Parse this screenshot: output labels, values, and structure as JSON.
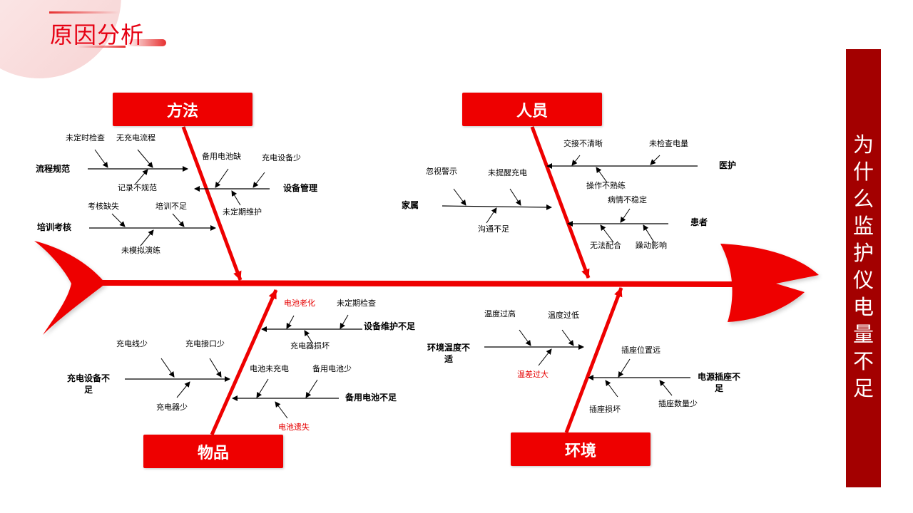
{
  "header": {
    "title": "原因分析"
  },
  "side_title": "为什么监护仪电量不足",
  "colors": {
    "accent": "#ee0000",
    "side_panel": "#a30000",
    "highlight": "#e60000"
  },
  "categories": [
    {
      "name": "方法",
      "branches": [
        {
          "name": "流程规范",
          "causes": [
            {
              "text": "未定时检查"
            },
            {
              "text": "无充电流程"
            },
            {
              "text": "记录不规范"
            }
          ]
        },
        {
          "name": "设备管理",
          "causes": [
            {
              "text": "备用电池缺"
            },
            {
              "text": "充电设备少"
            },
            {
              "text": "未定期维护"
            }
          ]
        },
        {
          "name": "培训考核",
          "causes": [
            {
              "text": "考核缺失"
            },
            {
              "text": "培训不足"
            },
            {
              "text": "未模拟演练"
            }
          ]
        }
      ]
    },
    {
      "name": "人员",
      "branches": [
        {
          "name": "医护",
          "causes": [
            {
              "text": "交接不清晰"
            },
            {
              "text": "未检查电量"
            },
            {
              "text": "操作不熟练"
            }
          ]
        },
        {
          "name": "家属",
          "causes": [
            {
              "text": "忽视警示"
            },
            {
              "text": "未提醒充电"
            },
            {
              "text": "沟通不足"
            }
          ]
        },
        {
          "name": "患者",
          "causes": [
            {
              "text": "病情不稳定"
            },
            {
              "text": "无法配合"
            },
            {
              "text": "躁动影响"
            }
          ]
        }
      ]
    },
    {
      "name": "物品",
      "branches": [
        {
          "name": "设备维护不足",
          "causes": [
            {
              "text": "电池老化",
              "highlight": true
            },
            {
              "text": "未定期检查"
            },
            {
              "text": "充电器损坏"
            }
          ]
        },
        {
          "name": "充电设备不足",
          "causes": [
            {
              "text": "充电线少"
            },
            {
              "text": "充电接口少"
            },
            {
              "text": "充电器少"
            }
          ]
        },
        {
          "name": "备用电池不足",
          "causes": [
            {
              "text": "电池未充电"
            },
            {
              "text": "备用电池少"
            },
            {
              "text": "电池遗失",
              "highlight": true
            }
          ]
        }
      ]
    },
    {
      "name": "环境",
      "branches": [
        {
          "name": "环境温度不适",
          "causes": [
            {
              "text": "温度过高"
            },
            {
              "text": "温度过低"
            },
            {
              "text": "温差过大",
              "highlight": true
            }
          ]
        },
        {
          "name": "电源插座不足",
          "causes": [
            {
              "text": "插座位置远"
            },
            {
              "text": "插座损坏"
            },
            {
              "text": "插座数量少"
            }
          ]
        }
      ]
    }
  ]
}
